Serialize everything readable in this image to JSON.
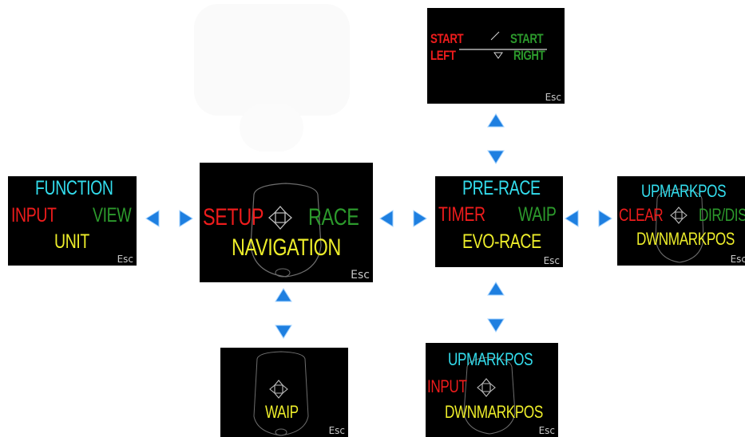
{
  "colors": {
    "cyan": "#33dded",
    "red": "#ee1c1c",
    "green": "#2c9a2c",
    "yellow": "#eeee2a",
    "grey": "#c8c8c8",
    "arrow": "#1e7fe0",
    "screen": "#000000"
  },
  "function_screen": {
    "title": "FUNCTION",
    "left": "INPUT",
    "right": "VIEW",
    "bottom": "UNIT",
    "esc": "Esc"
  },
  "main_screen": {
    "left": "SETUP",
    "right": "RACE",
    "bottom": "NAVIGATION",
    "esc": "Esc",
    "nav_icon": "dpad-icon"
  },
  "start_line_screen": {
    "left_top": "START",
    "left_bottom": "LEFT",
    "right_top": "START",
    "right_bottom": "RIGHT",
    "esc": "Esc"
  },
  "race_screen": {
    "title": "PRE-RACE",
    "left": "TIMER",
    "right": "WAIP",
    "bottom": "EVO-RACE",
    "esc": "Esc"
  },
  "mark_screen": {
    "title": "UPMARKPOS",
    "left": "CLEAR",
    "right": "DIR/DIST",
    "bottom": "DWNMARKPOS",
    "esc": "Esc"
  },
  "waip_screen": {
    "bottom": "WAIP",
    "esc": "Esc"
  },
  "input_screen": {
    "title": "UPMARKPOS",
    "left": "INPUT",
    "bottom": "DWNMARKPOS",
    "esc": "Esc"
  },
  "arrows": {
    "icon": "double-arrow-icon"
  }
}
